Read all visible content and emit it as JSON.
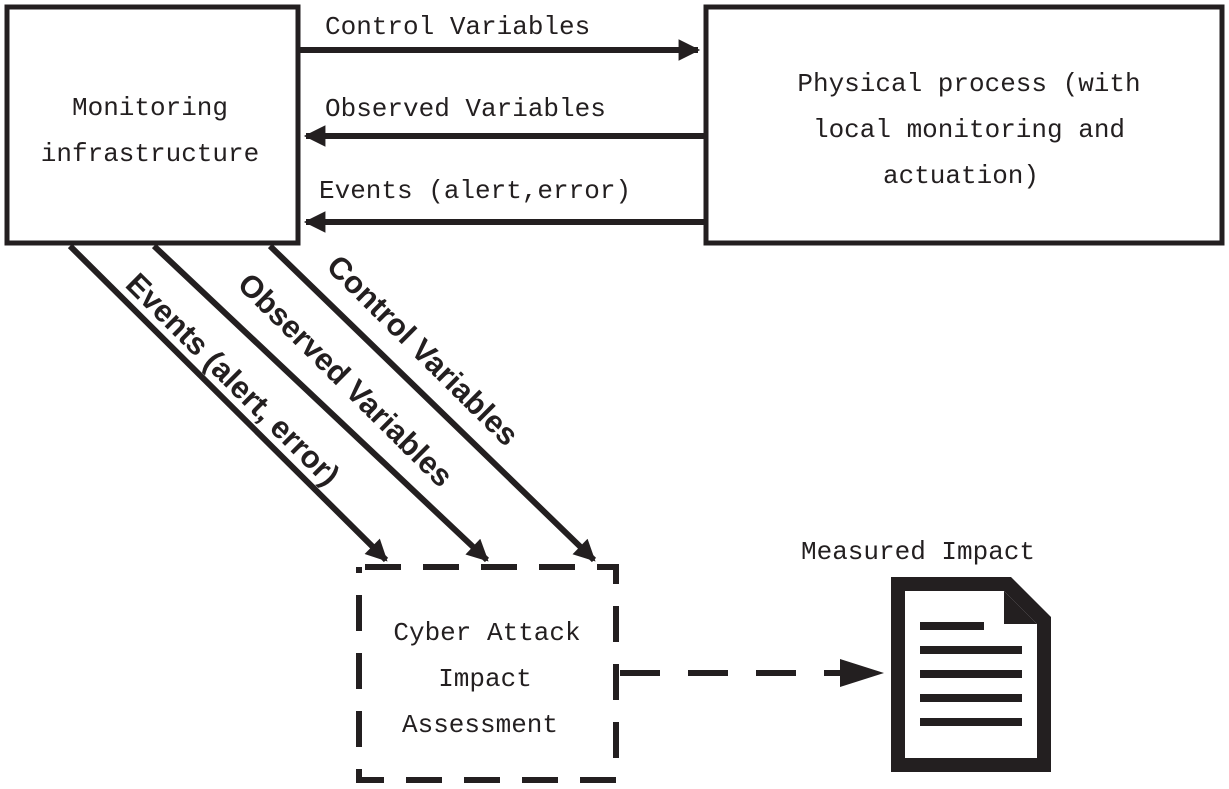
{
  "boxes": {
    "monitoring": {
      "lines": [
        "Monitoring",
        "infrastructure"
      ]
    },
    "physical": {
      "lines": [
        "Physical process (with",
        "local monitoring and",
        "actuation)"
      ]
    },
    "assessment": {
      "lines": [
        "Cyber Attack",
        "Impact",
        "Assessment"
      ]
    }
  },
  "horizontal_arrows": {
    "control": "Control Variables",
    "observed": "Observed Variables",
    "events": "Events (alert,error)"
  },
  "diagonal_arrows": {
    "events": "Events (alert, error)",
    "observed": "Observed Variables",
    "control": "Control Variables"
  },
  "output": {
    "label": "Measured Impact",
    "icon": "document-icon"
  },
  "colors": {
    "ink": "#231f20",
    "background": "#ffffff"
  }
}
